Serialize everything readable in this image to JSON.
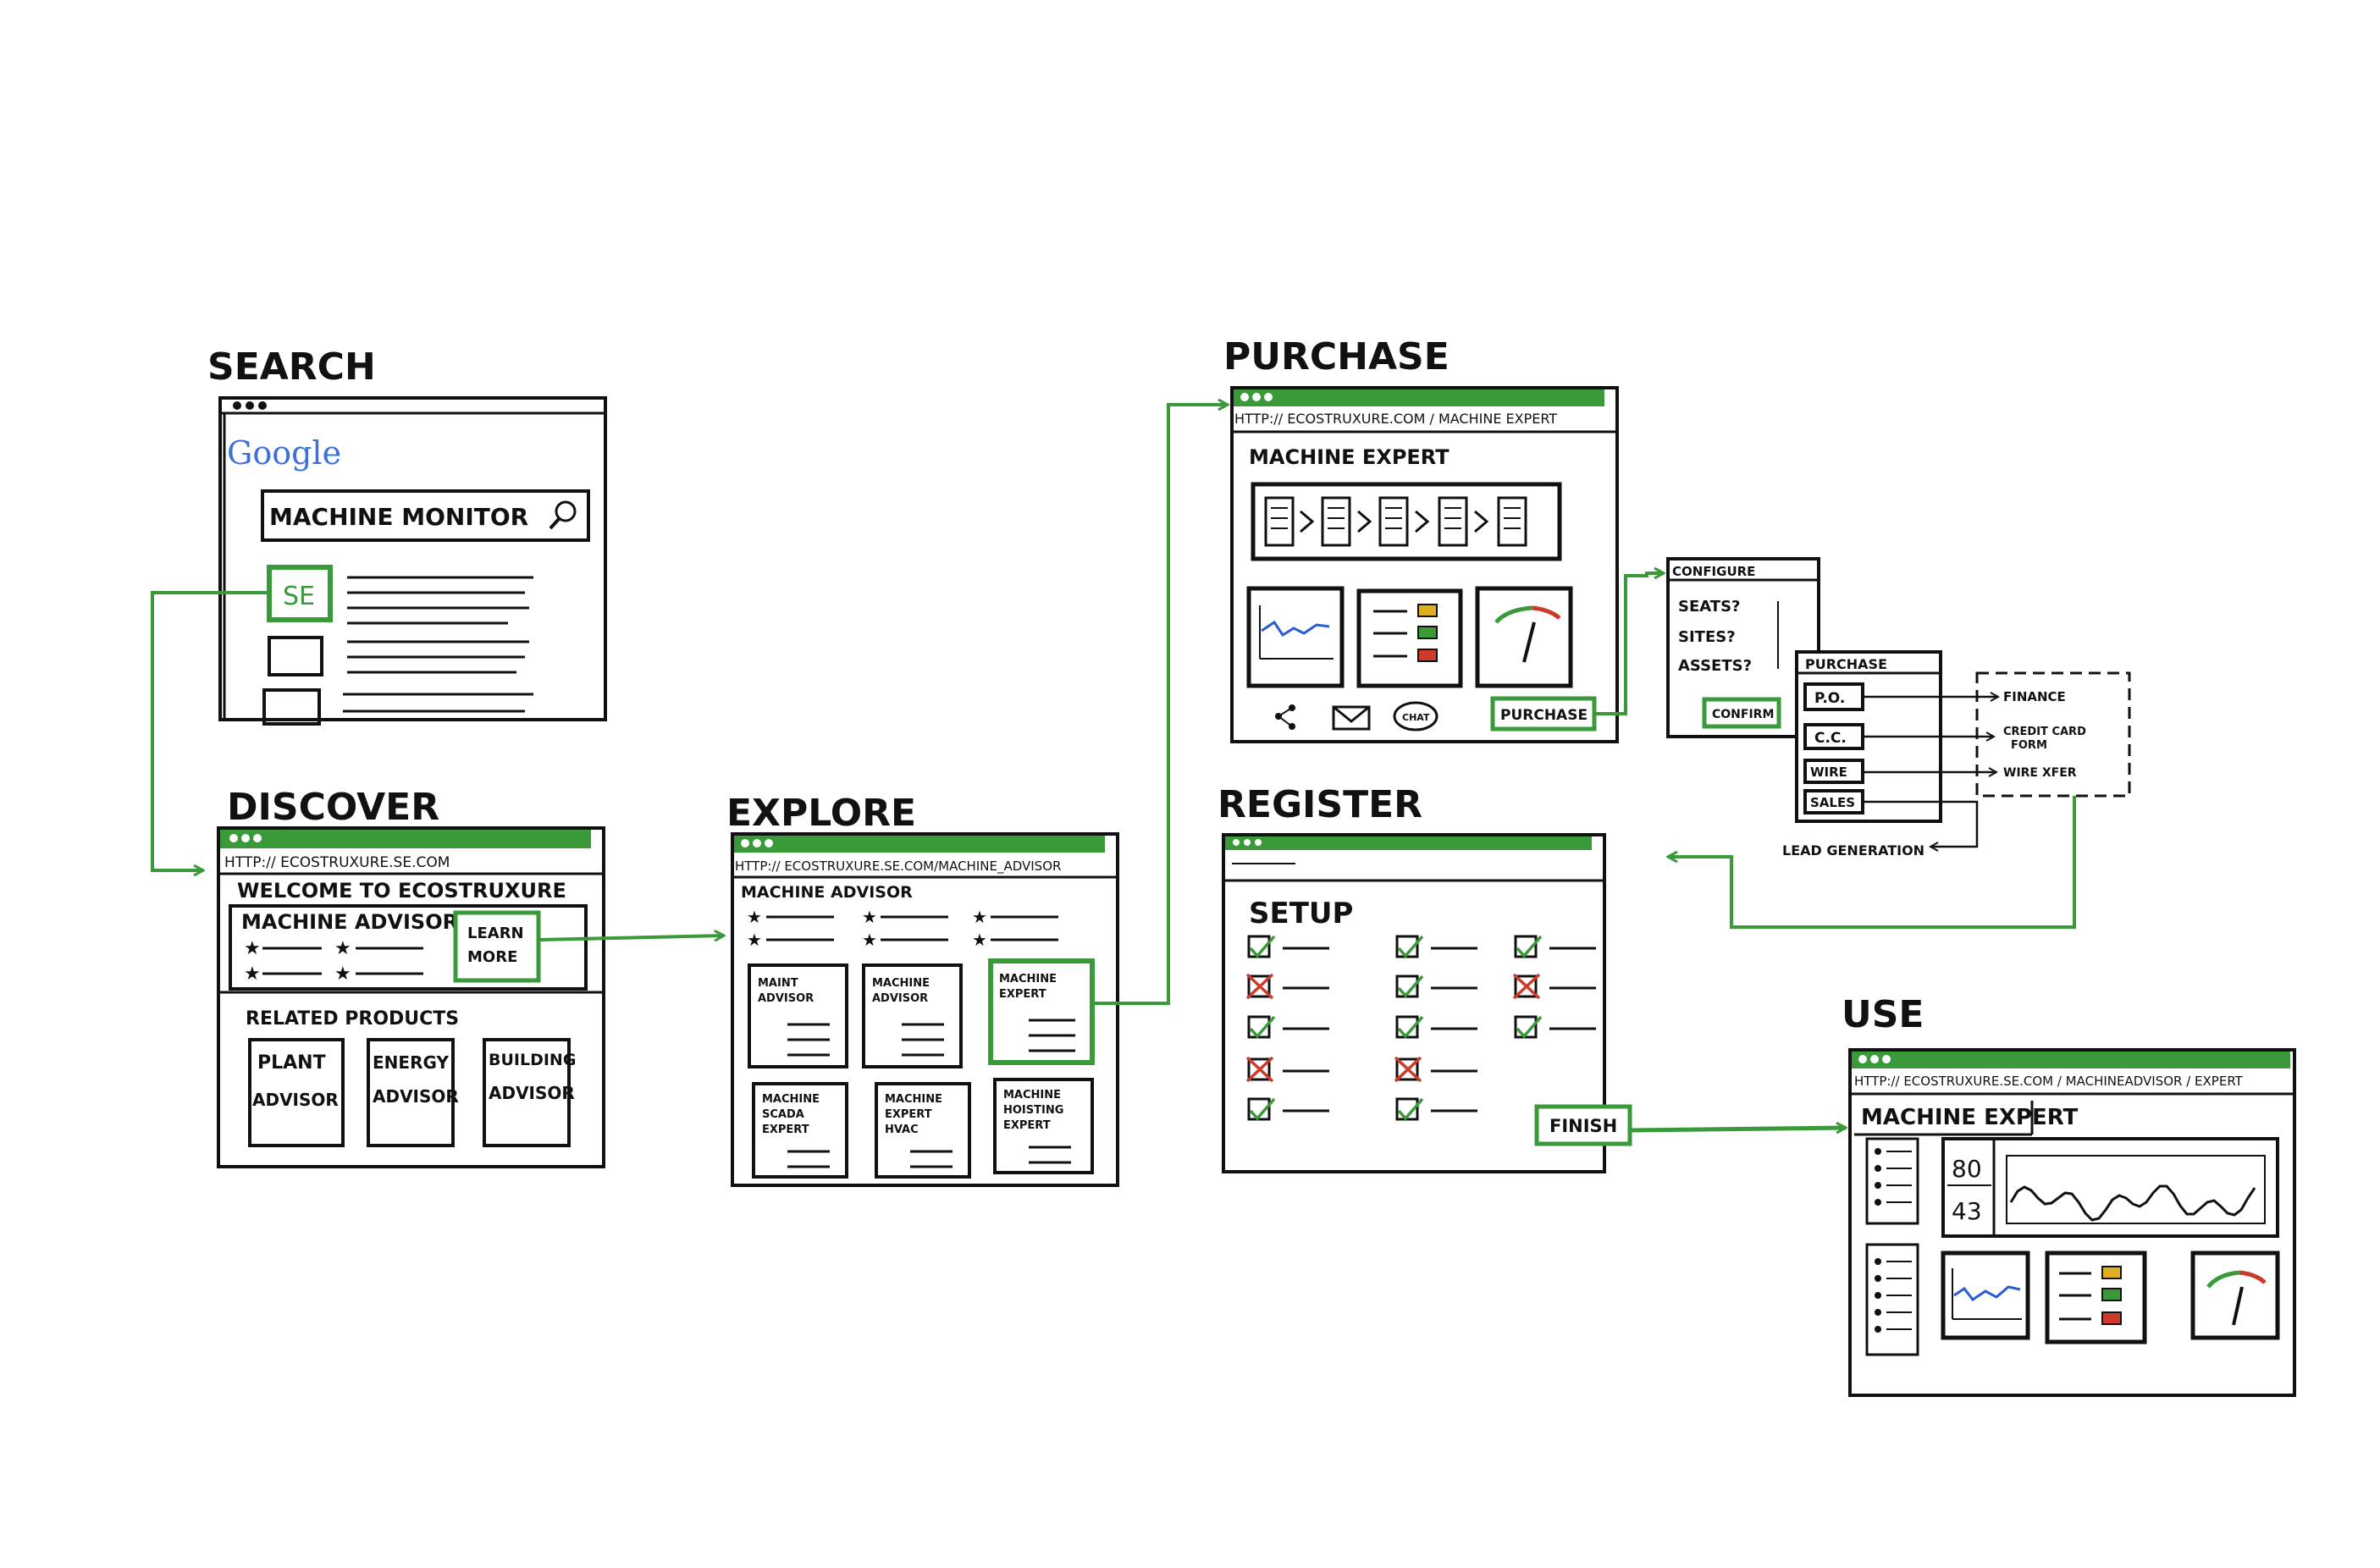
{
  "colors": {
    "ink": "#111111",
    "green": "#3a9a3a",
    "blue": "#2a5bd7",
    "google_blue": "#3b6fe0",
    "red": "#cc3a2a",
    "yellow": "#e0b020"
  },
  "stages": {
    "search": "SEARCH",
    "discover": "DISCOVER",
    "explore": "EXPLORE",
    "purchase": "PURCHASE",
    "register": "REGISTER",
    "use": "USE"
  },
  "search": {
    "logo": "Google",
    "query": "MACHINE MONITOR",
    "result_badge": "SE"
  },
  "discover": {
    "url": "HTTP:// ECOSTRUXURE.SE.COM",
    "welcome": "WELCOME TO ECOSTRUXURE",
    "product": "MACHINE ADVISOR",
    "learn_more": [
      "LEARN",
      "MORE"
    ],
    "related_title": "RELATED PRODUCTS",
    "related": [
      [
        "PLANT",
        "ADVISOR"
      ],
      [
        "ENERGY",
        "ADVISOR"
      ],
      [
        "BUILDING",
        "ADVISOR"
      ]
    ]
  },
  "explore": {
    "url": "HTTP:// ECOSTRUXURE.SE.COM/MACHINE_ADVISOR",
    "title": "MACHINE ADVISOR",
    "cards": [
      [
        "MAINT",
        "ADVISOR"
      ],
      [
        "MACHINE",
        "ADVISOR"
      ],
      [
        "MACHINE",
        "EXPERT"
      ],
      [
        "MACHINE",
        "SCADA",
        "EXPERT"
      ],
      [
        "MACHINE",
        "EXPERT",
        "HVAC"
      ],
      [
        "MACHINE",
        "HOISTING",
        "EXPERT"
      ]
    ]
  },
  "purchase": {
    "url": "HTTP:// ECOSTRUXURE.COM / MACHINE EXPERT",
    "title": "MACHINE EXPERT",
    "chat": "CHAT",
    "button": "PURCHASE"
  },
  "configure": {
    "title": "CONFIGURE",
    "fields": [
      "SEATS?",
      "SITES?",
      "ASSETS?"
    ],
    "button": "CONFIRM"
  },
  "purchase_options": {
    "title": "PURCHASE",
    "options": [
      "P.O.",
      "C.C.",
      "WIRE",
      "SALES"
    ],
    "targets": [
      "FINANCE",
      "CREDIT CARD",
      "FORM",
      "WIRE XFER"
    ],
    "lead": "LEAD GENERATION"
  },
  "register": {
    "title": "SETUP",
    "button": "FINISH"
  },
  "use": {
    "url": "HTTP:// ECOSTRUXURE.SE.COM / MACHINEADVISOR / EXPERT",
    "title": "MACHINE EXPERT",
    "stat_top": "80",
    "stat_bottom": "43"
  }
}
